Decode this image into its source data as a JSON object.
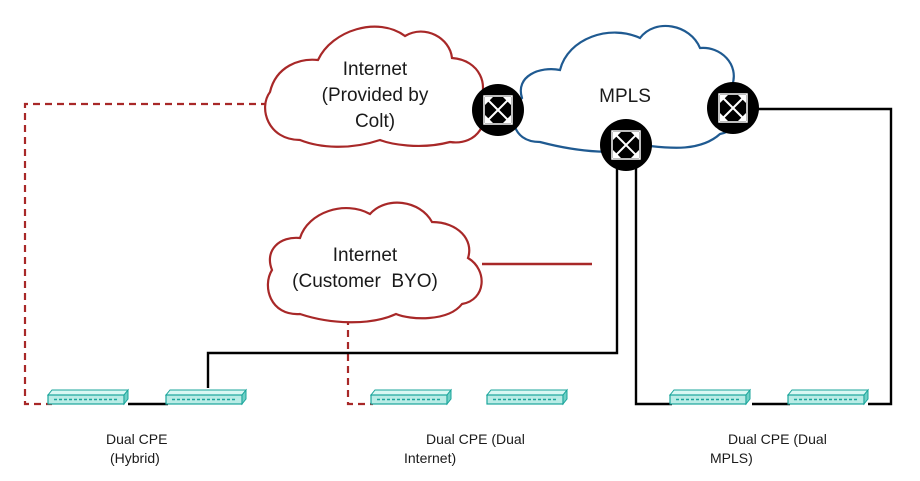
{
  "colors": {
    "internet": "#a82828",
    "mpls": "#1f5a91",
    "link": "#000000",
    "cpe_fill": "#b9ece6",
    "cpe_stroke": "#1aa59b",
    "router": "#000000"
  },
  "clouds": {
    "internet_colt": {
      "line1": "Internet",
      "line2": "(Provided by",
      "line3": "Colt)"
    },
    "mpls": {
      "label": "MPLS"
    },
    "internet_byo": {
      "line1": "Internet",
      "line2": "(Customer  BYO)"
    }
  },
  "cpe_groups": {
    "hybrid": {
      "line1": "Dual CPE",
      "line2": "(Hybrid)"
    },
    "dual_internet": {
      "line1": "Dual CPE (Dual",
      "line2": "Internet)"
    },
    "dual_mpls": {
      "line1": "Dual CPE (Dual",
      "line2": "MPLS)"
    }
  },
  "icons": {
    "router": "router-icon",
    "cpe": "cpe-device-icon"
  }
}
